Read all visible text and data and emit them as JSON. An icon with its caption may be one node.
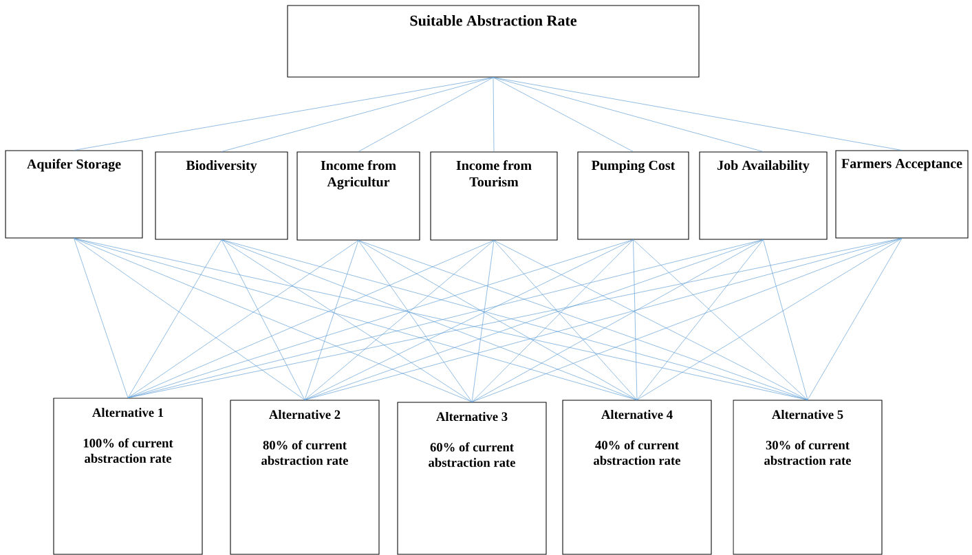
{
  "diagram": {
    "nodes": [
      {
        "text": [
          "Suitable Abstraction Rate"
        ]
      },
      {
        "text": [
          "Aquifer Storage"
        ]
      },
      {
        "text": [
          "Biodiversity"
        ]
      },
      {
        "text": [
          "Income from Agricultur"
        ]
      },
      {
        "text": [
          "Income from Tourism"
        ]
      },
      {
        "text": [
          "Pumping Cost"
        ]
      },
      {
        "text": [
          "Job Availability"
        ]
      },
      {
        "text": [
          "Farmers Acceptance"
        ]
      },
      {
        "text": [
          "Alternative 1",
          "100% of current abstraction rate"
        ]
      },
      {
        "text": [
          "Alternative 2",
          "80% of current abstraction rate"
        ]
      },
      {
        "text": [
          "Alternative 3",
          "60% of current abstraction rate"
        ]
      },
      {
        "text": [
          "Alternative 4",
          "40% of current abstraction rate"
        ]
      },
      {
        "text": [
          "Alternative 5",
          "30% of current abstraction rate"
        ]
      }
    ],
    "edges": [
      {
        "from": 0,
        "to": 1,
        "arrow": "none"
      },
      {
        "from": 0,
        "to": 2,
        "arrow": "none"
      },
      {
        "from": 0,
        "to": 3,
        "arrow": "none"
      },
      {
        "from": 0,
        "to": 4,
        "arrow": "none"
      },
      {
        "from": 0,
        "to": 5,
        "arrow": "none"
      },
      {
        "from": 0,
        "to": 6,
        "arrow": "none"
      },
      {
        "from": 0,
        "to": 7,
        "arrow": "none"
      },
      {
        "from": 1,
        "to": 8,
        "arrow": "none"
      },
      {
        "from": 1,
        "to": 9,
        "arrow": "none"
      },
      {
        "from": 1,
        "to": 10,
        "arrow": "none"
      },
      {
        "from": 1,
        "to": 11,
        "arrow": "none"
      },
      {
        "from": 1,
        "to": 12,
        "arrow": "none"
      },
      {
        "from": 2,
        "to": 8,
        "arrow": "none"
      },
      {
        "from": 2,
        "to": 9,
        "arrow": "none"
      },
      {
        "from": 2,
        "to": 10,
        "arrow": "none"
      },
      {
        "from": 2,
        "to": 11,
        "arrow": "none"
      },
      {
        "from": 2,
        "to": 12,
        "arrow": "none"
      },
      {
        "from": 3,
        "to": 8,
        "arrow": "none"
      },
      {
        "from": 3,
        "to": 9,
        "arrow": "none"
      },
      {
        "from": 3,
        "to": 10,
        "arrow": "none"
      },
      {
        "from": 3,
        "to": 11,
        "arrow": "none"
      },
      {
        "from": 3,
        "to": 12,
        "arrow": "none"
      },
      {
        "from": 4,
        "to": 8,
        "arrow": "none"
      },
      {
        "from": 4,
        "to": 9,
        "arrow": "none"
      },
      {
        "from": 4,
        "to": 10,
        "arrow": "none"
      },
      {
        "from": 4,
        "to": 11,
        "arrow": "none"
      },
      {
        "from": 4,
        "to": 12,
        "arrow": "none"
      },
      {
        "from": 5,
        "to": 8,
        "arrow": "none"
      },
      {
        "from": 5,
        "to": 9,
        "arrow": "none"
      },
      {
        "from": 5,
        "to": 10,
        "arrow": "none"
      },
      {
        "from": 5,
        "to": 11,
        "arrow": "none"
      },
      {
        "from": 5,
        "to": 12,
        "arrow": "none"
      },
      {
        "from": 6,
        "to": 8,
        "arrow": "none"
      },
      {
        "from": 6,
        "to": 9,
        "arrow": "none"
      },
      {
        "from": 6,
        "to": 10,
        "arrow": "none"
      },
      {
        "from": 6,
        "to": 11,
        "arrow": "none"
      },
      {
        "from": 6,
        "to": 12,
        "arrow": "none"
      },
      {
        "from": 7,
        "to": 8,
        "arrow": "none"
      },
      {
        "from": 7,
        "to": 9,
        "arrow": "none"
      },
      {
        "from": 7,
        "to": 10,
        "arrow": "none"
      },
      {
        "from": 7,
        "to": 11,
        "arrow": "none"
      },
      {
        "from": 7,
        "to": 12,
        "arrow": "none"
      }
    ]
  }
}
